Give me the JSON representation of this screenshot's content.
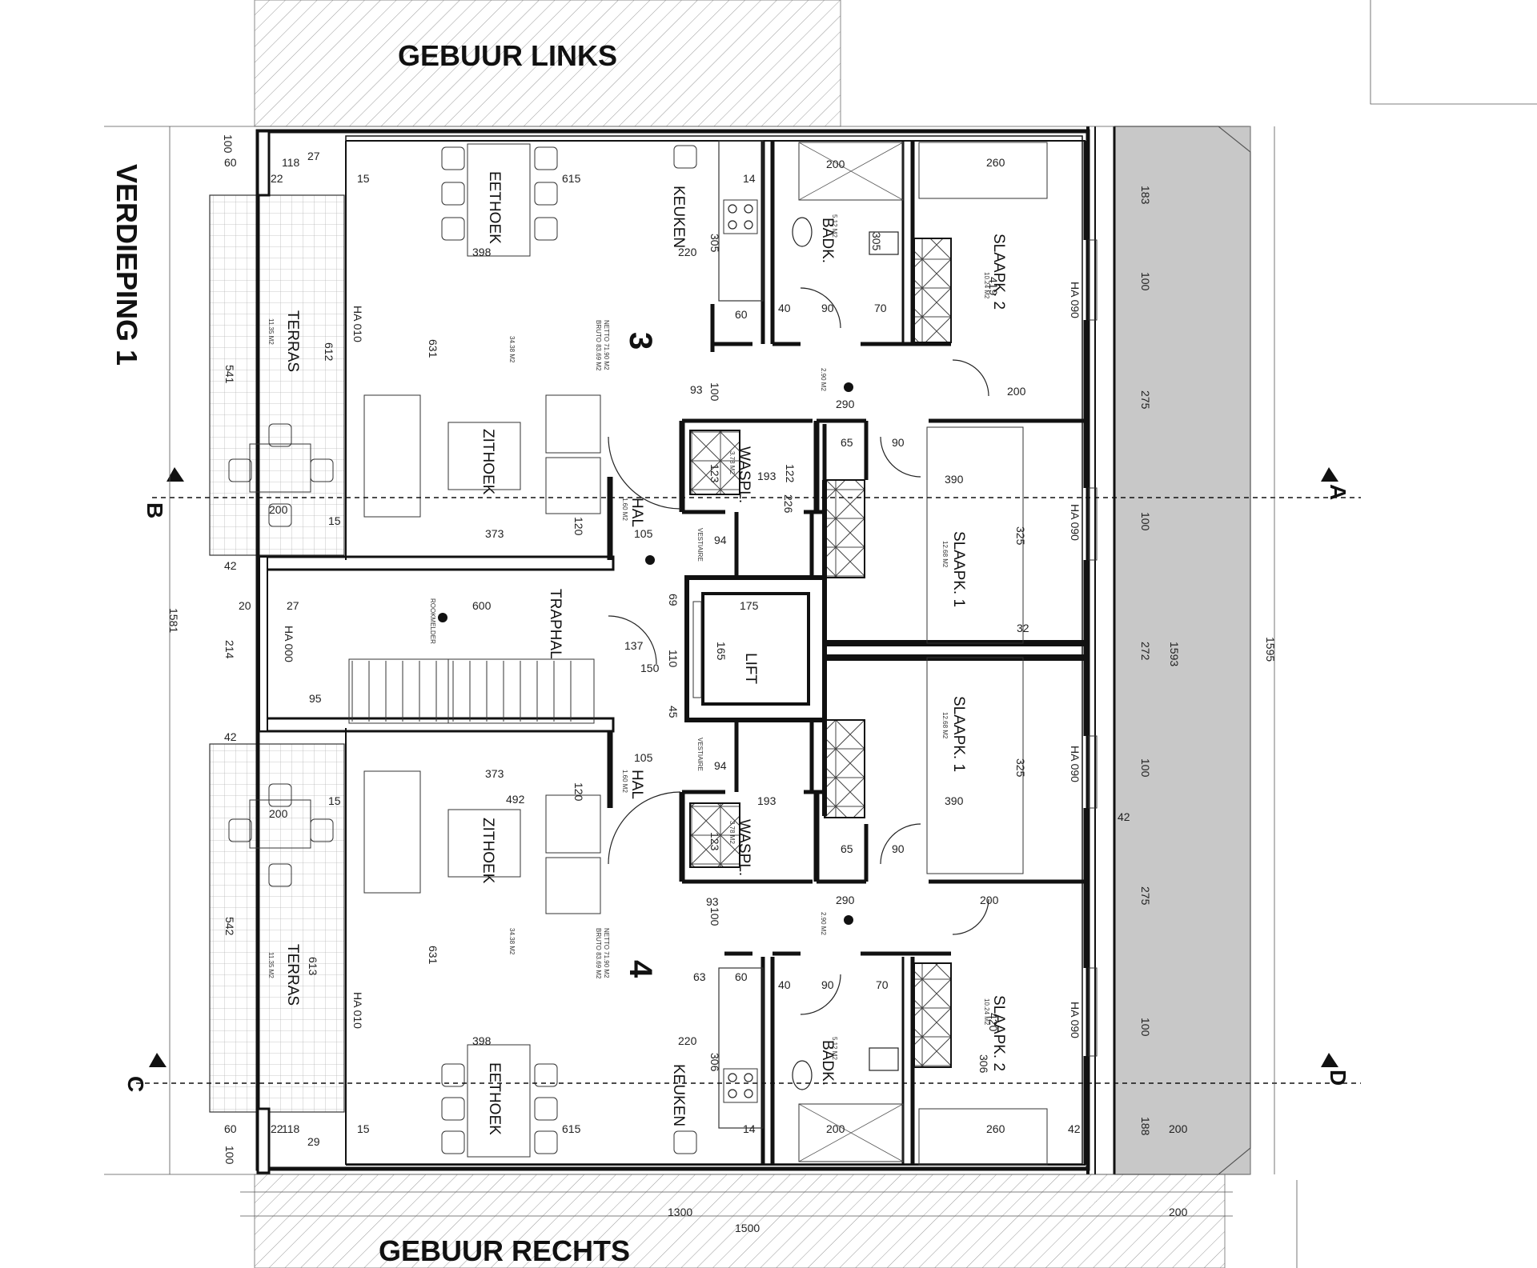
{
  "neighbors": {
    "left": "GEBUUR LINKS",
    "right": "GEBUUR RECHTS"
  },
  "floor_title": "VERDIEPING 1",
  "sections": {
    "a": "A",
    "b": "B",
    "c": "C",
    "d": "D"
  },
  "units": {
    "u3": {
      "number": "3",
      "area_netto": "NETTO 71.90 M2",
      "area_bruto": "BRUTO 83.69 M2",
      "living_area": "34.38 M2",
      "terras": "TERRAS",
      "terras_area": "11.35 M2",
      "eethoek": "EETHOEK",
      "zithoek": "ZITHOEK",
      "keuken": "KEUKEN",
      "badk": "BADK.",
      "badk_area": "5.12 M2",
      "slaapk2": "SLAAPK. 2",
      "slaapk2_area": "10.24 M2",
      "slaapk1": "SLAAPK. 1",
      "slaapk1_area": "12.68 M2",
      "waspl": "WASPL.",
      "waspl_area": "3.78 M2",
      "hal": "HAL",
      "hal_area": "1.60 M2",
      "nacht_area": "2.90 M2",
      "vestiaire": "VESTIAIRE"
    },
    "u4": {
      "number": "4",
      "area_netto": "NETTO 71.90 M2",
      "area_bruto": "BRUTO 83.69 M2",
      "living_area": "34.38 M2",
      "terras": "TERRAS",
      "terras_area": "11.35 M2",
      "eethoek": "EETHOEK",
      "zithoek": "ZITHOEK",
      "keuken": "KEUKEN",
      "badk": "BADK.",
      "badk_area": "5.12 M2",
      "slaapk2": "SLAAPK. 2",
      "slaapk2_area": "10.24 M2",
      "slaapk1": "SLAAPK. 1",
      "slaapk1_area": "12.68 M2",
      "waspl": "WASPL.",
      "waspl_area": "3.78 M2",
      "hal": "HAL",
      "hal_area": "1.60 M2",
      "nacht_area": "2.90 M2",
      "vestiaire": "VESTIAIRE"
    }
  },
  "core": {
    "traphal": "TRAPHAL",
    "lift": "LIFT",
    "rookmelder": "ROOKMELDER"
  },
  "dimensions": {
    "d100a": "100",
    "d60a": "60",
    "d118a": "118",
    "d27a": "27",
    "d22a": "22",
    "d15a": "15",
    "d615a": "615",
    "d398a": "398",
    "d220a": "220",
    "d305a": "305",
    "d14a": "14",
    "d200a": "200",
    "d305b": "305",
    "d60b": "60",
    "d40a": "40",
    "d90a": "90",
    "d70a": "70",
    "d260a": "260",
    "d419": "419",
    "d183": "183",
    "d100b": "100",
    "ha090a": "HA 090",
    "ha010a": "HA 010",
    "d612": "612",
    "d631a": "631",
    "d541": "541",
    "d93a": "93",
    "d100c": "100",
    "d290a": "290",
    "d200b": "200",
    "d275a": "275",
    "d65a": "65",
    "d90b": "90",
    "d390a": "390",
    "d123a": "123",
    "d193a": "193",
    "d122": "122",
    "d226": "226",
    "d200c": "200",
    "d15b": "15",
    "d373a": "373",
    "d120a": "120",
    "d105a": "105",
    "d325a": "325",
    "ha090b": "HA 090",
    "d100d": "100",
    "d94a": "94",
    "d32a": "32",
    "d1581": "1581",
    "d42a": "42",
    "d20": "20",
    "d27b": "27",
    "d600": "600",
    "ha000": "HA 000",
    "d214": "214",
    "d95": "95",
    "d175": "175",
    "d165": "165",
    "d137": "137",
    "d150": "150",
    "d272": "272",
    "d1593": "1593",
    "d1595": "1595",
    "d69": "69",
    "d45": "45",
    "d110": "110",
    "d42b": "42",
    "d373b": "373",
    "d105b": "105",
    "d94b": "94",
    "d120b": "120",
    "d492": "492",
    "d15c": "15",
    "d200d": "200",
    "d193b": "193",
    "d123b": "123",
    "d390b": "390",
    "d65b": "65",
    "d90c": "90",
    "d325b": "325",
    "ha090c": "HA 090",
    "d100e": "100",
    "d42c": "42",
    "d93b": "93",
    "d100f": "100",
    "d290b": "290",
    "d200e": "200",
    "d275b": "275",
    "d542": "542",
    "d613": "613",
    "d631b": "631",
    "ha010b": "HA 010",
    "d63": "63",
    "d60c": "60",
    "d40b": "40",
    "d90d": "90",
    "d70b": "70",
    "d420": "420",
    "d306a": "306",
    "d306b": "306",
    "d398b": "398",
    "d220b": "220",
    "d100g": "100",
    "ha090d": "HA 090",
    "d60d": "60",
    "d22b": "22",
    "d118b": "118",
    "d29": "29",
    "d15d": "15",
    "d615b": "615",
    "d14b": "14",
    "d200f": "200",
    "d260b": "260",
    "d42d": "42",
    "d188": "188",
    "d200g": "200",
    "d100h": "100",
    "d1300": "1300",
    "d1500": "1500",
    "d200h": "200"
  }
}
